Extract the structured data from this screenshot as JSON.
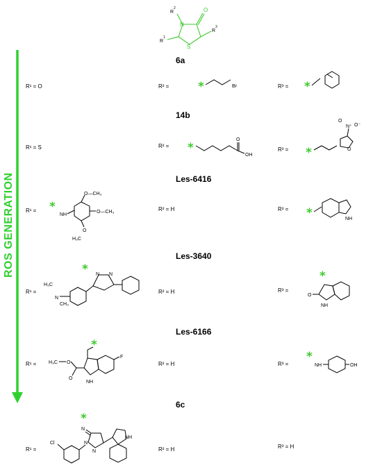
{
  "core": {
    "atoms": {
      "r1": "R",
      "r1_sup": "1",
      "r2": "R",
      "r2_sup": "2",
      "r3": "R",
      "r3_sup": "3",
      "n": "N",
      "s": "S",
      "o": "O"
    }
  },
  "ros_label": "ROS GENERATION",
  "compounds": [
    {
      "name": "6a",
      "r1": "R¹ = O",
      "r2": "R² =",
      "r3": "R³ =",
      "atoms": {
        "br": "Br"
      }
    },
    {
      "name": "14b",
      "r1": "R¹ = S",
      "r2": "R² =",
      "r3": "R³ =",
      "atoms": {
        "acid_o": "O",
        "acid_oh": "OH",
        "nitro_n": "N⁺",
        "nitro_o1": "O",
        "nitro_o2": "O⁻",
        "furan_o": "O"
      }
    },
    {
      "name": "Les-6416",
      "r1": "R¹ =",
      "r2": "R² = H",
      "r3": "R³ =",
      "atoms": {
        "nh": "NH",
        "ome1": "O—CH₃",
        "ome2": "O—CH₃",
        "ome3": "O",
        "ch3": "H₃C",
        "indole_nh": "NH"
      }
    },
    {
      "name": "Les-3640",
      "r1": "R¹ =",
      "r2": "R² = H",
      "r3": "R³ =",
      "atoms": {
        "n1": "N",
        "n2": "N",
        "nme": "N",
        "me1": "H₃C",
        "me2": "CH₃",
        "ox_o": "O",
        "ox_nh": "NH"
      }
    },
    {
      "name": "Les-6166",
      "r1": "R¹ =",
      "r2": "R² = H",
      "r3": "R³ =",
      "atoms": {
        "meo": "H₃C",
        "o1": "O",
        "o2": "O",
        "f": "F",
        "nh": "NH",
        "ar_nh": "NH",
        "oh": "OH"
      }
    },
    {
      "name": "6c",
      "r1": "R¹ =",
      "r2": "R² = H",
      "r3": "R³ = H",
      "atoms": {
        "eq_n": "N",
        "cl": "Cl",
        "pz_n1": "N",
        "pz_n2": "N",
        "ind_nh": "NH"
      }
    }
  ]
}
